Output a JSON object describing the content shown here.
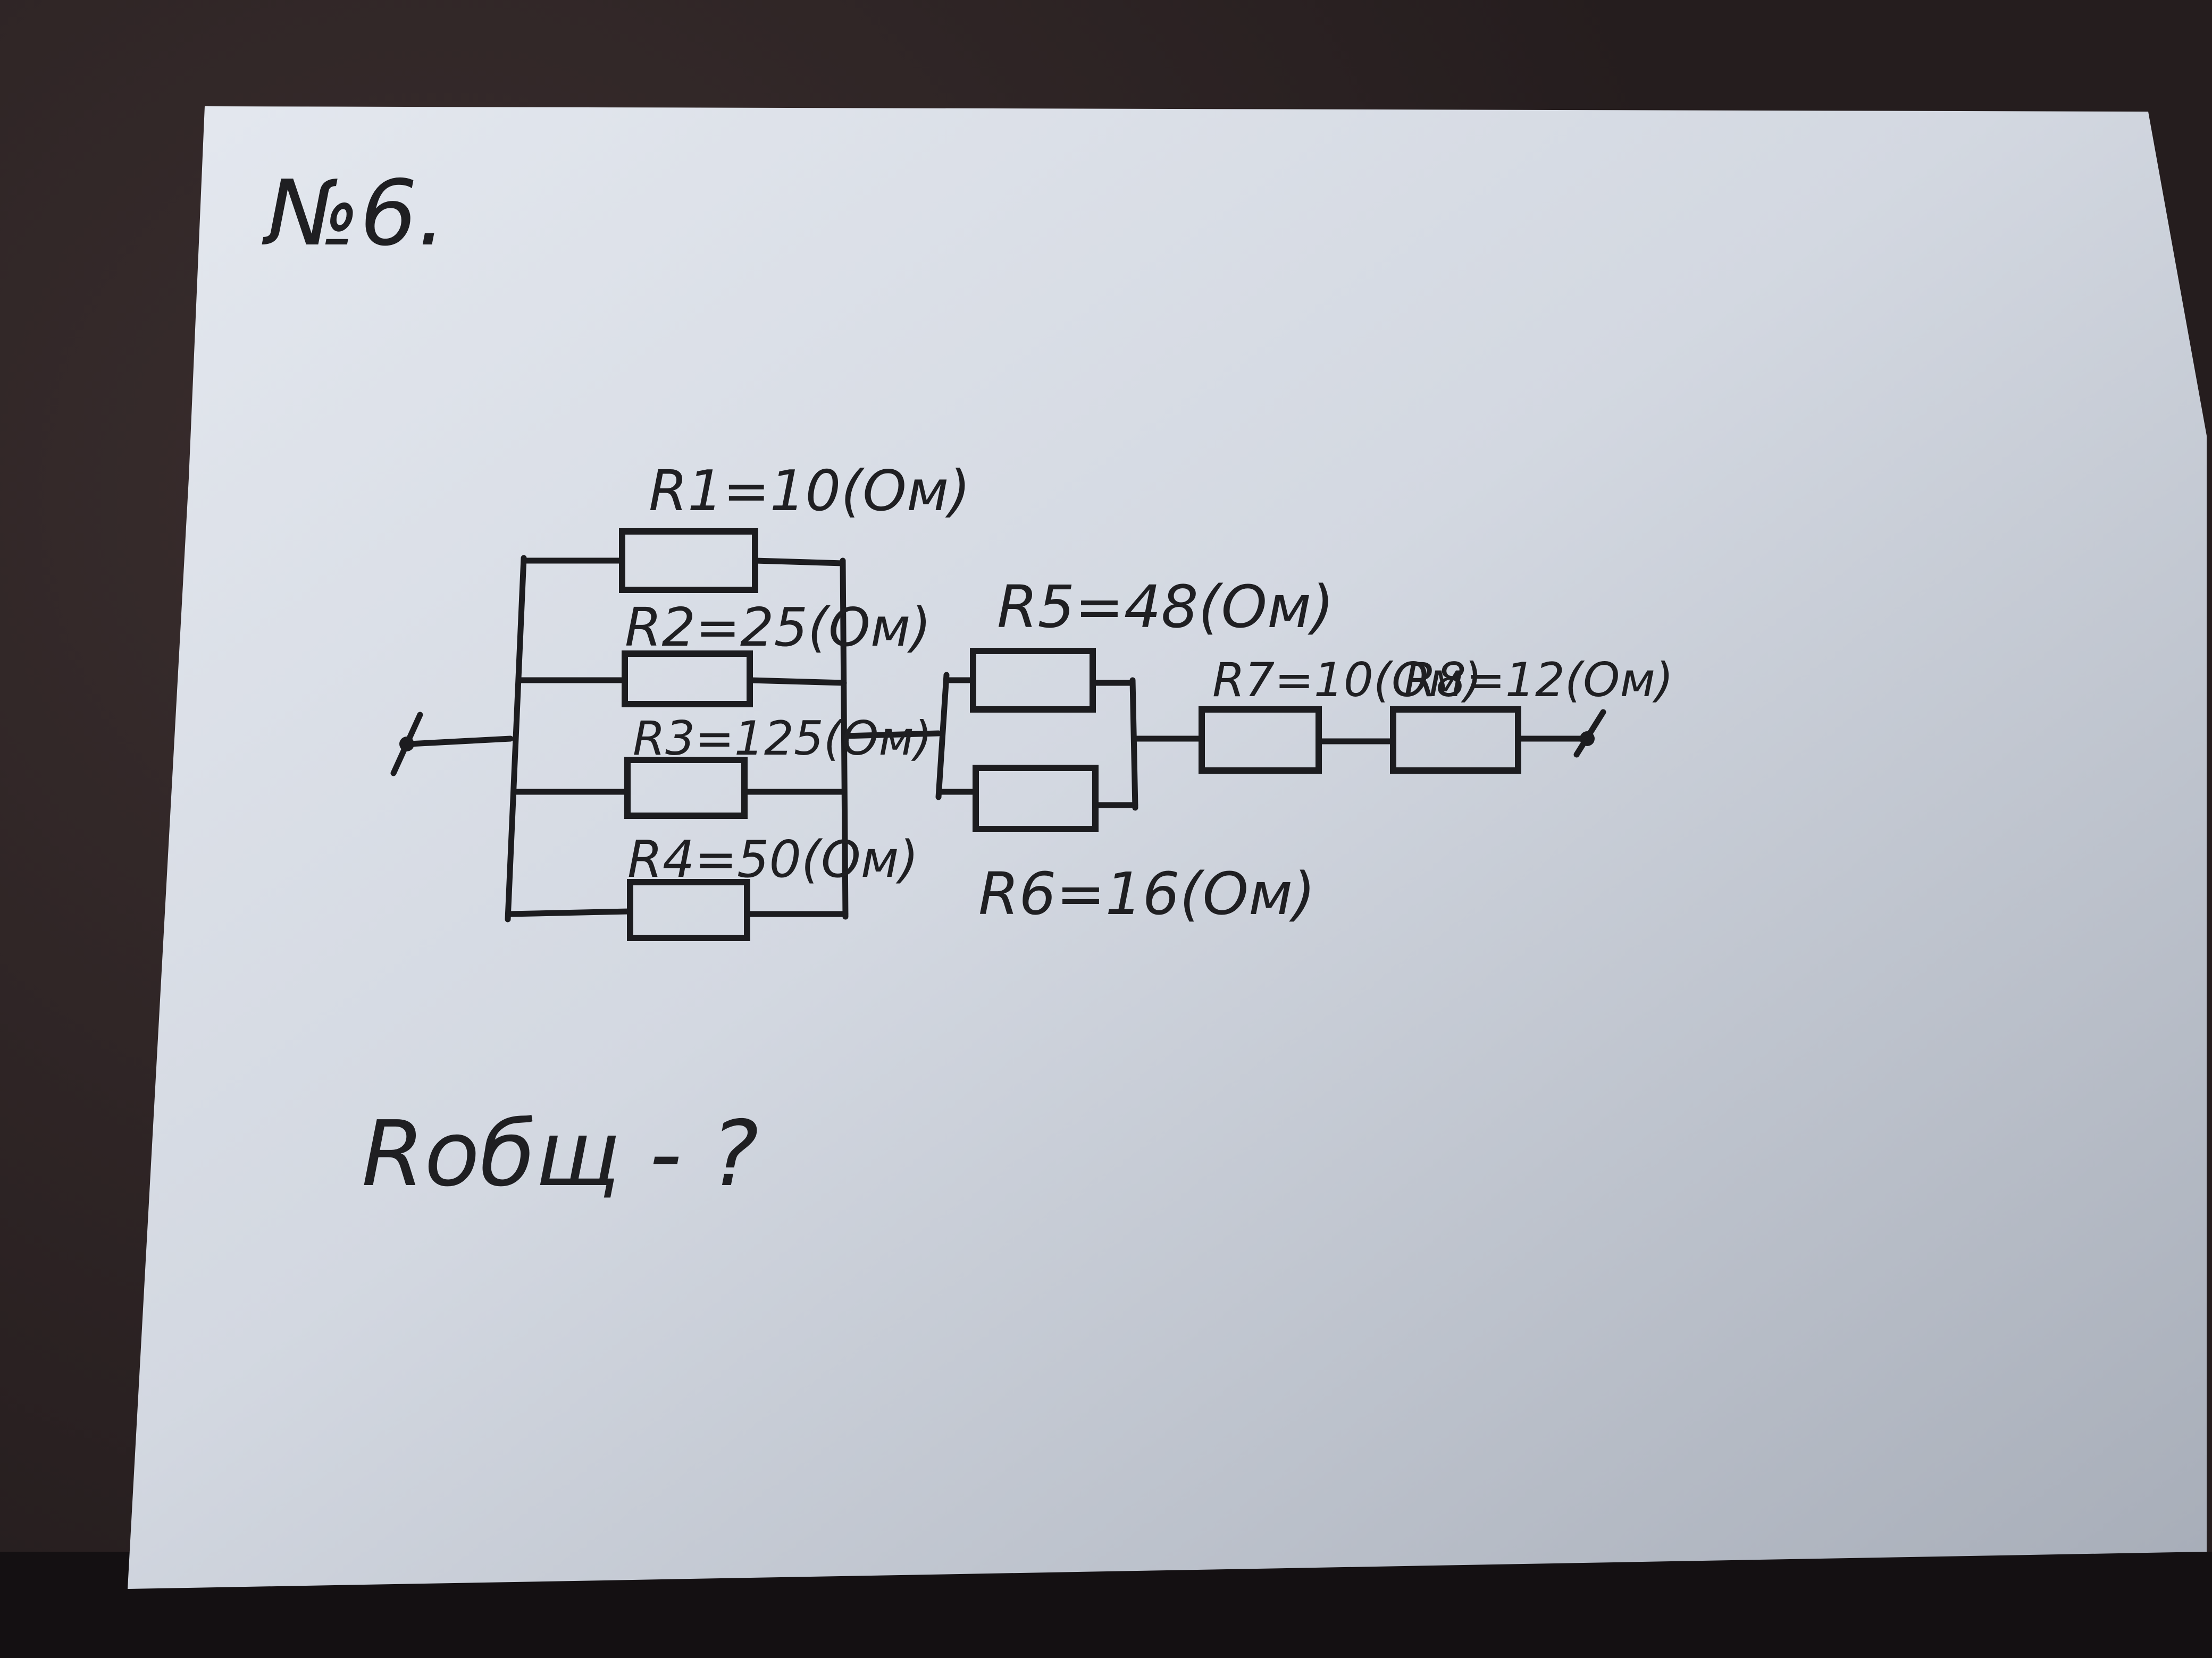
{
  "problem": {
    "number": "№6.",
    "question": "Rобщ - ?"
  },
  "resistors": [
    {
      "id": "R1",
      "label": "R1=10(Ом)"
    },
    {
      "id": "R2",
      "label": "R2=25(Ом)"
    },
    {
      "id": "R3",
      "label": "R3=125(Ом)"
    },
    {
      "id": "R4",
      "label": "R4=50(Ом)"
    },
    {
      "id": "R5",
      "label": "R5=48(Ом)"
    },
    {
      "id": "R6",
      "label": "R6=16(Ом)"
    },
    {
      "id": "R7",
      "label": "R7=10(Ом)"
    },
    {
      "id": "R8",
      "label": "R8=12(Ом)"
    }
  ],
  "colors": {
    "ink": "#1c1c1f",
    "paper_light": "#dfe3ea",
    "paper_shadow": "#a9afba"
  }
}
